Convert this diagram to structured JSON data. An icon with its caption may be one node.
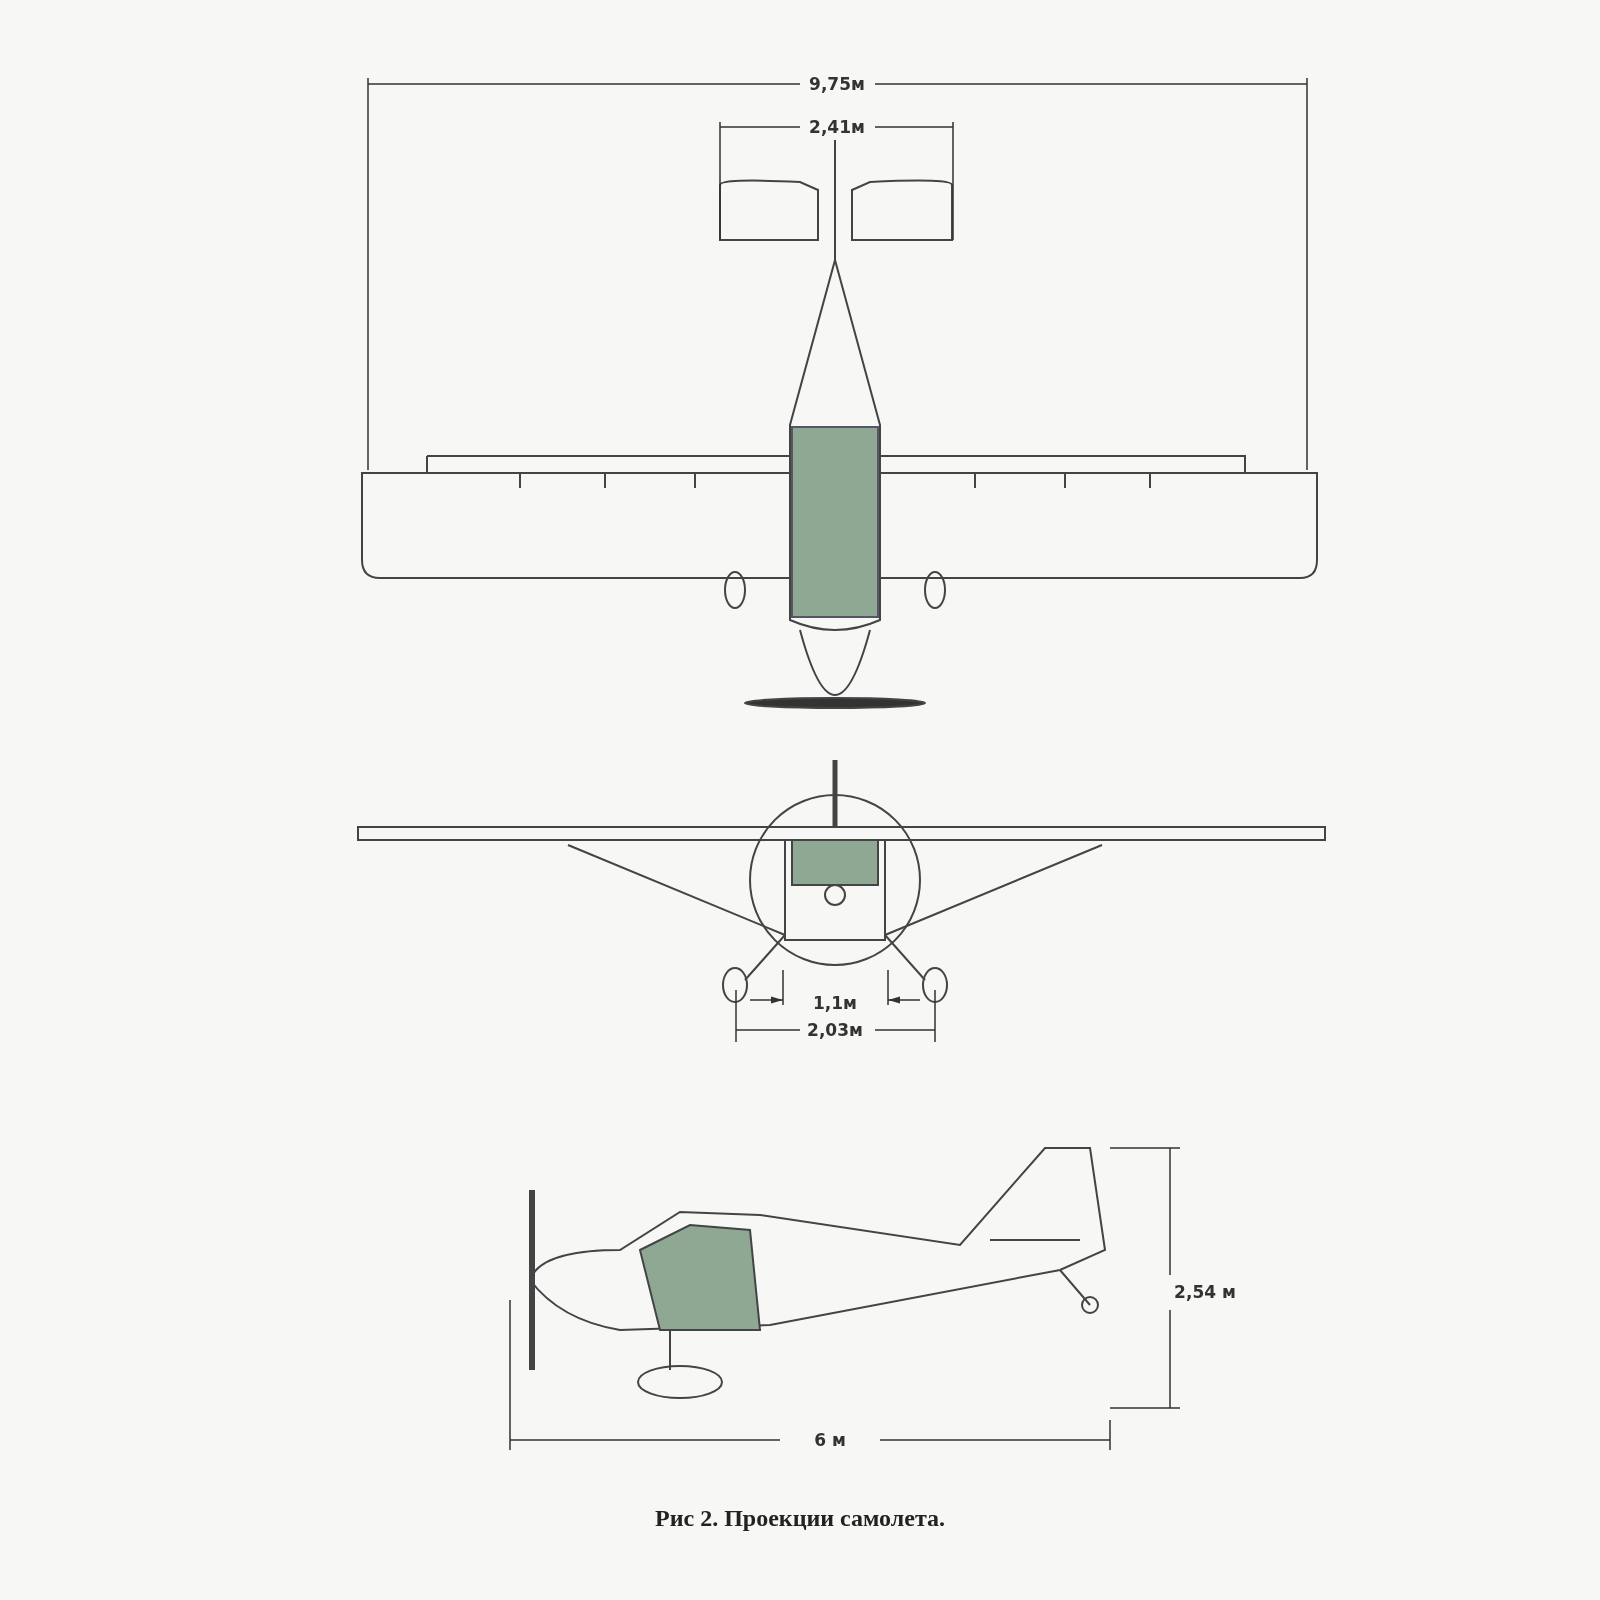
{
  "diagram": {
    "caption": "Рис 2. Проекции самолета.",
    "labels": [
      "9,75м",
      "2,41м",
      "1,1м",
      "2,03м",
      "2,54 м",
      "6 м"
    ]
  }
}
